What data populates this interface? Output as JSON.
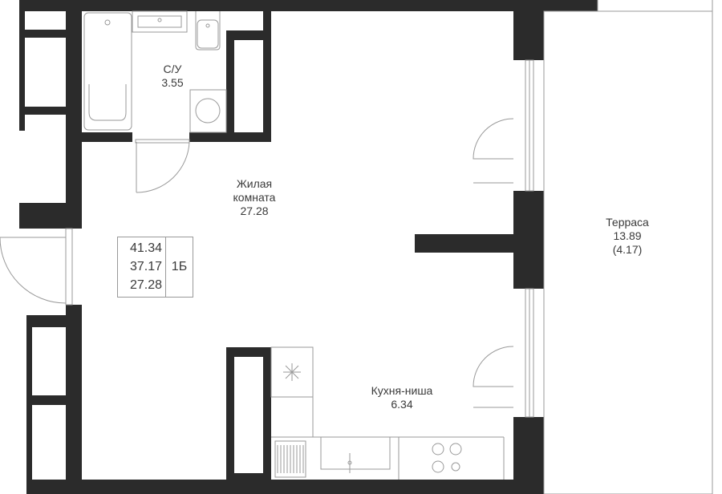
{
  "rooms": {
    "bathroom": {
      "name": "С/У",
      "area": "3.55"
    },
    "living": {
      "name_line1": "Жилая",
      "name_line2": "комната",
      "area": "27.28"
    },
    "kitchen": {
      "name": "Кухня-ниша",
      "area": "6.34"
    },
    "terrace": {
      "name": "Терраса",
      "area": "13.89",
      "reduced_area": "(4.17)"
    }
  },
  "info": {
    "total_area": "41.34",
    "living_total": "37.17",
    "living_area": "27.28",
    "type": "1Б"
  },
  "colors": {
    "wall": "#2b2b2b",
    "line": "#9a9a9a"
  }
}
